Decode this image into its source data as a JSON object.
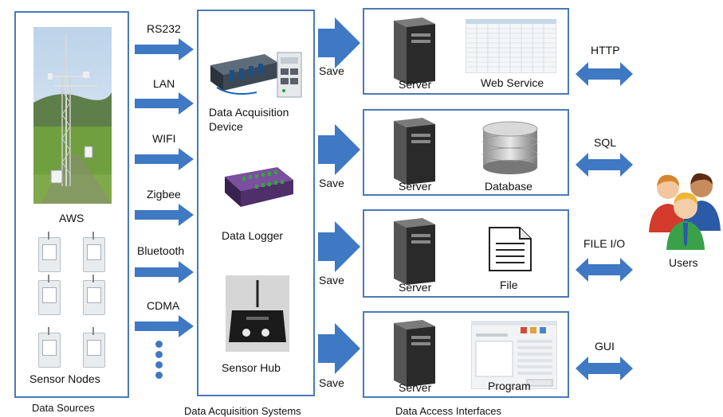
{
  "columns": {
    "sources": "Data Sources",
    "acquisition": "Data Acquisition Systems",
    "access": "Data Access Interfaces"
  },
  "sources": {
    "aws": "AWS",
    "sensor_nodes": "Sensor Nodes"
  },
  "protocols": [
    "RS232",
    "LAN",
    "WIFI",
    "Zigbee",
    "Bluetooth",
    "CDMA"
  ],
  "devices": {
    "daq": "Data Acquisition\nDevice",
    "logger": "Data Logger",
    "hub": "Sensor Hub"
  },
  "save_label": "Save",
  "server_label": "Server",
  "interfaces": [
    {
      "item": "Web Service",
      "protocol": "HTTP"
    },
    {
      "item": "Database",
      "protocol": "SQL"
    },
    {
      "item": "File",
      "protocol": "FILE I/O"
    },
    {
      "item": "Program",
      "protocol": "GUI"
    }
  ],
  "users": "Users",
  "colors": {
    "border": "#4a7ab8",
    "arrow": "#3f78c3"
  }
}
